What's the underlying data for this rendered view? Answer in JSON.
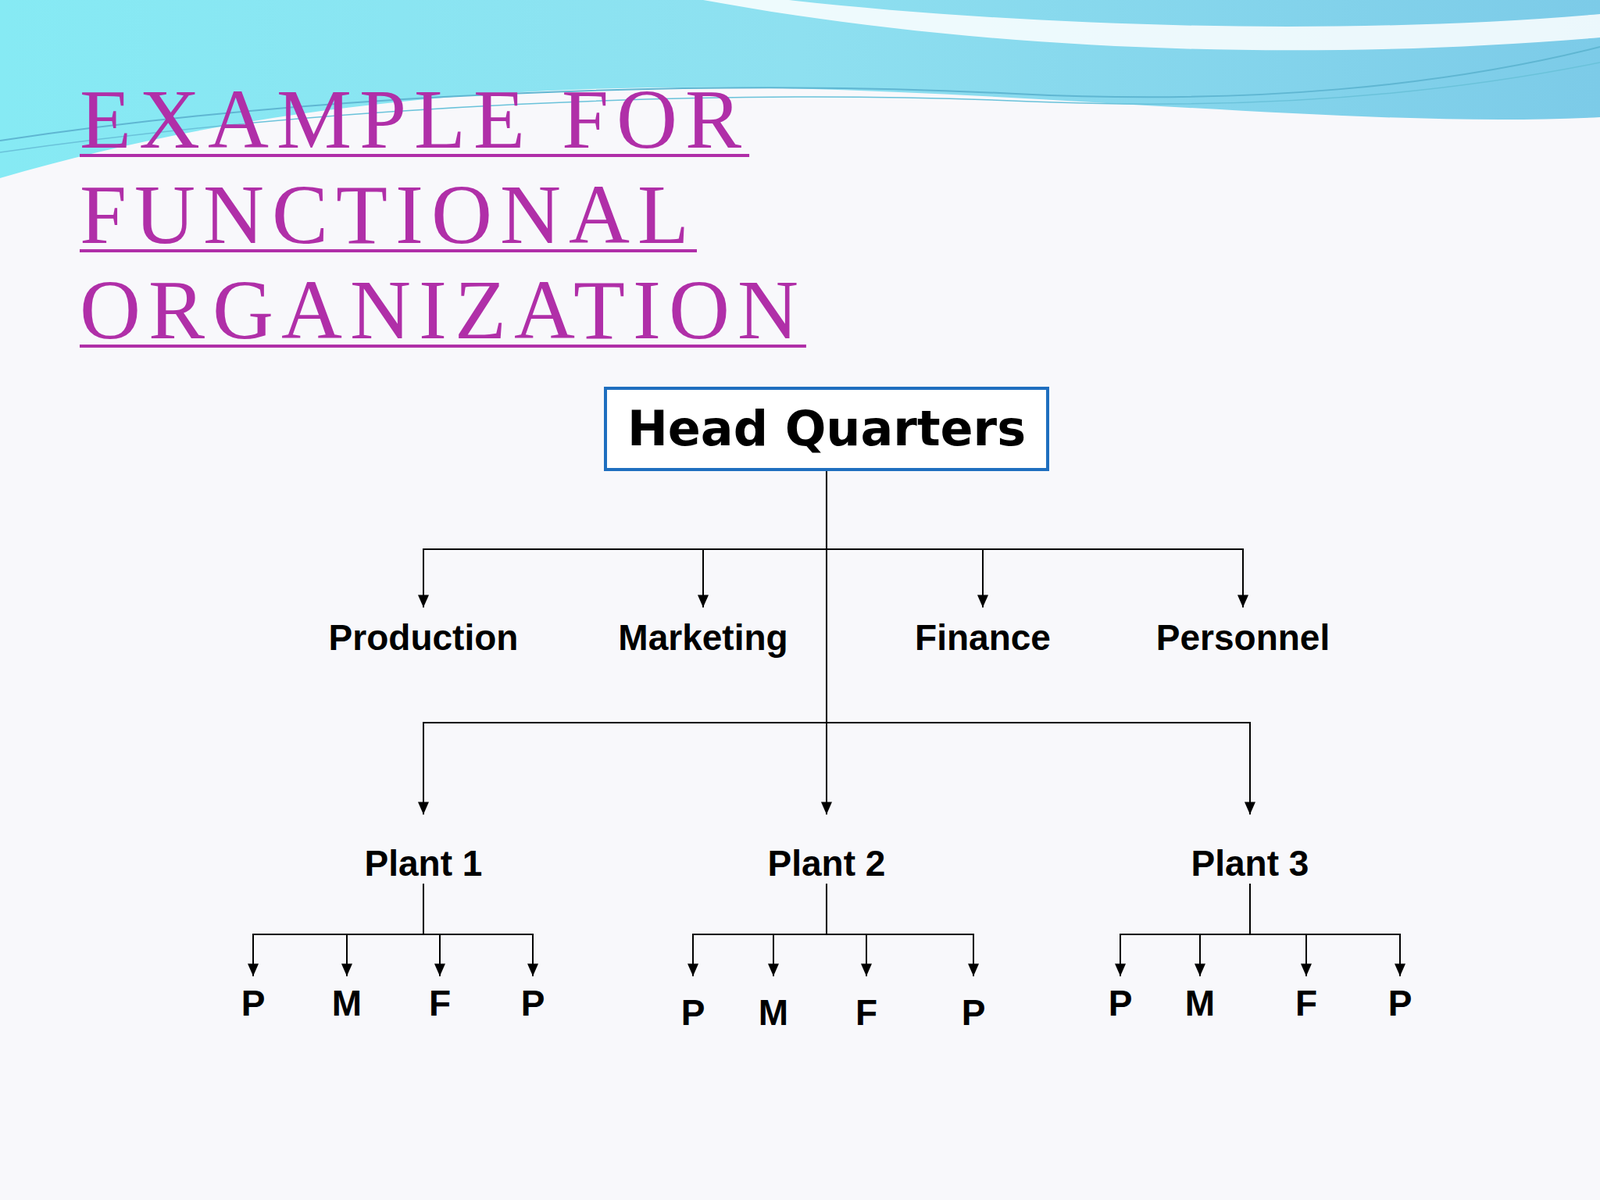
{
  "diagram": {
    "title": "EXAMPLE FOR FUNCTIONAL ORGANIZATION",
    "nodes": [
      {
        "text": [
          "Head Quarters"
        ]
      },
      {
        "text": [
          "Production"
        ]
      },
      {
        "text": [
          "Marketing"
        ]
      },
      {
        "text": [
          "Finance"
        ]
      },
      {
        "text": [
          "Personnel"
        ]
      },
      {
        "text": [
          "Plant 1"
        ]
      },
      {
        "text": [
          "Plant 2"
        ]
      },
      {
        "text": [
          "Plant 3"
        ]
      },
      {
        "text": [
          "P"
        ]
      },
      {
        "text": [
          "M"
        ]
      },
      {
        "text": [
          "F"
        ]
      },
      {
        "text": [
          "P"
        ]
      },
      {
        "text": [
          "P"
        ]
      },
      {
        "text": [
          "M"
        ]
      },
      {
        "text": [
          "F"
        ]
      },
      {
        "text": [
          "P"
        ]
      },
      {
        "text": [
          "P"
        ]
      },
      {
        "text": [
          "M"
        ]
      },
      {
        "text": [
          "F"
        ]
      },
      {
        "text": [
          "P"
        ]
      }
    ],
    "edges": [
      {
        "from": 0,
        "to": 1,
        "arrow": "to"
      },
      {
        "from": 0,
        "to": 2,
        "arrow": "to"
      },
      {
        "from": 0,
        "to": 3,
        "arrow": "to"
      },
      {
        "from": 0,
        "to": 4,
        "arrow": "to"
      },
      {
        "from": 0,
        "to": 5,
        "arrow": "to"
      },
      {
        "from": 0,
        "to": 6,
        "arrow": "to"
      },
      {
        "from": 0,
        "to": 7,
        "arrow": "to"
      },
      {
        "from": 5,
        "to": 8,
        "arrow": "to"
      },
      {
        "from": 5,
        "to": 9,
        "arrow": "to"
      },
      {
        "from": 5,
        "to": 10,
        "arrow": "to"
      },
      {
        "from": 5,
        "to": 11,
        "arrow": "to"
      },
      {
        "from": 6,
        "to": 12,
        "arrow": "to"
      },
      {
        "from": 6,
        "to": 13,
        "arrow": "to"
      },
      {
        "from": 6,
        "to": 14,
        "arrow": "to"
      },
      {
        "from": 6,
        "to": 15,
        "arrow": "to"
      },
      {
        "from": 7,
        "to": 16,
        "arrow": "to"
      },
      {
        "from": 7,
        "to": 17,
        "arrow": "to"
      },
      {
        "from": 7,
        "to": 18,
        "arrow": "to"
      },
      {
        "from": 7,
        "to": 19,
        "arrow": "to"
      }
    ]
  }
}
